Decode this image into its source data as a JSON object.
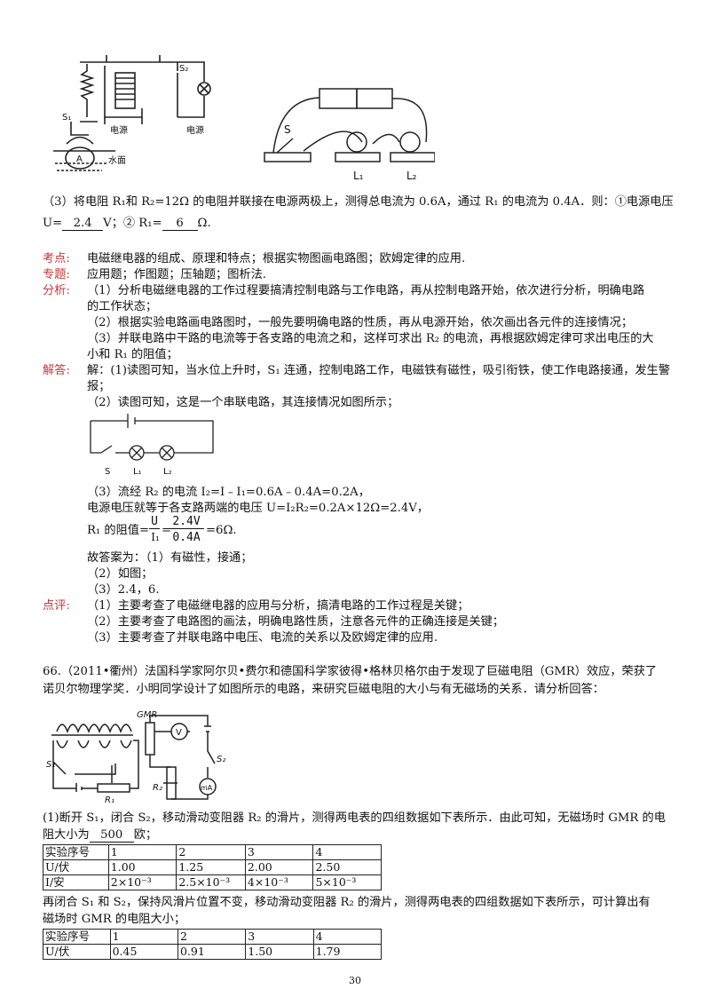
{
  "fig1": {
    "relay_label": "S₁",
    "switch_label": "S₂",
    "power1": "电源",
    "power2": "电源",
    "water": "水面",
    "tank_label": "A"
  },
  "fig2": {
    "s_label": "S",
    "l1": "L₁",
    "l2": "L₂"
  },
  "q3": {
    "text_a": "（3）将电阻 R₁和 R₂=12Ω 的电阻并联接在电源两极上，测得总电流为 0.6A，通过 R₁ 的电流为 0.4A．则：①电源电压",
    "text_b1": "U=",
    "ans1": "2.4",
    "text_b2": "V；② R₁=",
    "ans2": "6",
    "text_b3": "Ω."
  },
  "kaodian": {
    "tag": "考点:",
    "text": "电磁继电器的组成、原理和特点；根据实物图画电路图；欧姆定律的应用."
  },
  "zhuanti": {
    "tag": "专题:",
    "text": "应用题；作图题；压轴题；图析法."
  },
  "fenxi": {
    "tag": "分析:",
    "l1": "（1）分析电磁继电器的工作过程要搞清控制电路与工作电路，再从控制电路开始，依次进行分析，明确电路",
    "l2": "的工作状态；",
    "l3": "（2）根据实验电路画电路图时，一般先要明确电路的性质，再从电源开始，依次画出各元件的连接情况；",
    "l4": "（3）并联电路中干路的电流等于各支路的电流之和，这样可求出 R₂ 的电流，再根据欧姆定律可求出电压的大",
    "l5": "小和 R₁ 的阻值；"
  },
  "jieda": {
    "tag": "解答:",
    "l1": "解：(1)读图可知，当水位上升时，S₁ 连通，控制电路工作，电磁铁有磁性，吸引衔铁，使工作电路接通，发生警",
    "l2": "报；",
    "l3": "（2）读图可知，这是一个串联电路，其连接情况如图所示；",
    "circ_s": "S",
    "circ_l1": "L₁",
    "circ_l2": "L₂",
    "l4": "（3）流经 R₂ 的电流 I₂=I﹣I₁=0.6A﹣0.4A=0.2A，",
    "l5": "电源电压就等于各支路两端的电压 U=I₂R₂=0.2A×12Ω=2.4V，",
    "l6_pre": "R₁ 的阻值=",
    "frac1_num": "U",
    "frac1_den": "I₁",
    "frac2_num": "2.4V",
    "frac2_den": "0.4A",
    "l6_post": "=6Ω.",
    "l7": "故答案为：（1）有磁性，接通；",
    "l8": "（2）如图；",
    "l9": "（3）2.4，6."
  },
  "dianping": {
    "tag": "点评:",
    "l1": "（1）主要考查了电磁继电器的应用与分析，搞清电路的工作过程是关键；",
    "l2": "（2）主要考查了电路图的画法，明确电路性质，注意各元件的正确连接是关键；",
    "l3": "（3）主要考查了并联电路中电压、电流的关系以及欧姆定律的应用."
  },
  "q66": {
    "l1": "66.（2011•衢州）法国科学家阿尔贝•费尔和德国科学家彼得•格林贝格尔由于发现了巨磁电阻（GMR）效应，荣获了",
    "l2": "诺贝尔物理学奖．小明同学设计了如图所示的电路，来研究巨磁电阻的大小与有无磁场的关系．请分析回答："
  },
  "fig3": {
    "gmr": "GMR",
    "s1": "S₁",
    "s2": "S₂",
    "r1": "R₁",
    "r2": "R₂",
    "v": "V",
    "ma": "mA"
  },
  "part1": {
    "l1": "(1)断开 S₁，闭合 S₂，移动滑动变阻器 R₂ 的滑片，测得两电表的四组数据如下表所示．由此可知，无磁场时 GMR 的电",
    "l2a": "阻大小为",
    "ans": "500",
    "l2b": "欧；"
  },
  "table1": {
    "rows": [
      [
        "实验序号",
        "1",
        "2",
        "3",
        "4"
      ],
      [
        "U/伏",
        "1.00",
        "1.25",
        "2.00",
        "2.50"
      ],
      [
        "I/安",
        "2×10⁻³",
        "2.5×10⁻³",
        "4×10⁻³",
        "5×10⁻³"
      ]
    ]
  },
  "part2": {
    "l1": "再闭合 S₁ 和 S₂，保持风滑片位置不变，移动滑动变阻器 R₂ 的滑片，测得两电表的四组数据如下表所示，可计算出有",
    "l2": "磁场时 GMR 的电阻大小；"
  },
  "table2": {
    "rows": [
      [
        "实验序号",
        "1",
        "2",
        "3",
        "4"
      ],
      [
        "U/伏",
        "0.45",
        "0.91",
        "1.50",
        "1.79"
      ]
    ]
  },
  "page_number": "30"
}
